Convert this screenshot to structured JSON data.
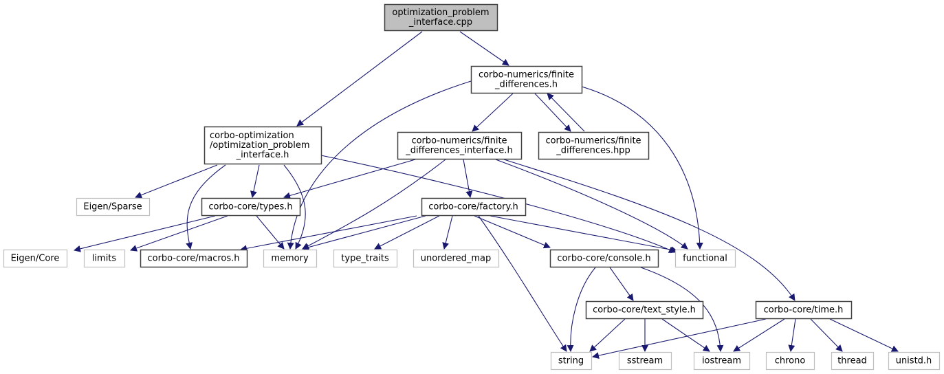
{
  "diagram": {
    "type": "include-dependency-graph",
    "colors": {
      "edge": "#191970",
      "root_fill": "#bfbfbf",
      "root_border": "#404040",
      "project_border": "#404040",
      "external_border": "#bfbfbf",
      "background": "#ffffff",
      "text": "#000000"
    },
    "nodes": [
      {
        "id": "root",
        "kind": "root",
        "lines": [
          "optimization_problem",
          "_interface.cpp"
        ]
      },
      {
        "id": "fd_h",
        "kind": "project",
        "lines": [
          "corbo-numerics/finite",
          "_differences.h"
        ]
      },
      {
        "id": "opi_h",
        "kind": "project",
        "lines": [
          "corbo-optimization",
          "/optimization_problem",
          "_interface.h"
        ]
      },
      {
        "id": "fdi_h",
        "kind": "project",
        "lines": [
          "corbo-numerics/finite",
          "_differences_interface.h"
        ]
      },
      {
        "id": "fd_hpp",
        "kind": "project",
        "lines": [
          "corbo-numerics/finite",
          "_differences.hpp"
        ]
      },
      {
        "id": "eigen_sparse",
        "kind": "external",
        "lines": [
          "Eigen/Sparse"
        ]
      },
      {
        "id": "types_h",
        "kind": "project",
        "lines": [
          "corbo-core/types.h"
        ]
      },
      {
        "id": "factory_h",
        "kind": "project",
        "lines": [
          "corbo-core/factory.h"
        ]
      },
      {
        "id": "eigen_core",
        "kind": "external",
        "lines": [
          "Eigen/Core"
        ]
      },
      {
        "id": "limits",
        "kind": "external",
        "lines": [
          "limits"
        ]
      },
      {
        "id": "macros_h",
        "kind": "project",
        "lines": [
          "corbo-core/macros.h"
        ]
      },
      {
        "id": "memory",
        "kind": "external",
        "lines": [
          "memory"
        ]
      },
      {
        "id": "type_traits",
        "kind": "external",
        "lines": [
          "type_traits"
        ]
      },
      {
        "id": "unordered_map",
        "kind": "external",
        "lines": [
          "unordered_map"
        ]
      },
      {
        "id": "console_h",
        "kind": "project",
        "lines": [
          "corbo-core/console.h"
        ]
      },
      {
        "id": "functional",
        "kind": "external",
        "lines": [
          "functional"
        ]
      },
      {
        "id": "text_style_h",
        "kind": "project",
        "lines": [
          "corbo-core/text_style.h"
        ]
      },
      {
        "id": "time_h",
        "kind": "project",
        "lines": [
          "corbo-core/time.h"
        ]
      },
      {
        "id": "string",
        "kind": "external",
        "lines": [
          "string"
        ]
      },
      {
        "id": "sstream",
        "kind": "external",
        "lines": [
          "sstream"
        ]
      },
      {
        "id": "iostream",
        "kind": "external",
        "lines": [
          "iostream"
        ]
      },
      {
        "id": "chrono",
        "kind": "external",
        "lines": [
          "chrono"
        ]
      },
      {
        "id": "thread",
        "kind": "external",
        "lines": [
          "thread"
        ]
      },
      {
        "id": "unistd_h",
        "kind": "external",
        "lines": [
          "unistd.h"
        ]
      }
    ],
    "edges": [
      {
        "from": "root",
        "to": "opi_h"
      },
      {
        "from": "root",
        "to": "fd_h"
      },
      {
        "from": "fd_h",
        "to": "memory"
      },
      {
        "from": "fd_h",
        "to": "fdi_h"
      },
      {
        "from": "fd_h",
        "to": "fd_hpp"
      },
      {
        "from": "fd_hpp",
        "to": "fd_h"
      },
      {
        "from": "fd_h",
        "to": "functional"
      },
      {
        "from": "opi_h",
        "to": "eigen_sparse"
      },
      {
        "from": "opi_h",
        "to": "macros_h"
      },
      {
        "from": "opi_h",
        "to": "types_h"
      },
      {
        "from": "opi_h",
        "to": "memory"
      },
      {
        "from": "opi_h",
        "to": "functional"
      },
      {
        "from": "fdi_h",
        "to": "types_h"
      },
      {
        "from": "fdi_h",
        "to": "memory"
      },
      {
        "from": "fdi_h",
        "to": "factory_h"
      },
      {
        "from": "fdi_h",
        "to": "functional"
      },
      {
        "from": "fdi_h",
        "to": "time_h"
      },
      {
        "from": "types_h",
        "to": "eigen_core"
      },
      {
        "from": "types_h",
        "to": "limits"
      },
      {
        "from": "types_h",
        "to": "memory"
      },
      {
        "from": "factory_h",
        "to": "macros_h"
      },
      {
        "from": "factory_h",
        "to": "memory"
      },
      {
        "from": "factory_h",
        "to": "type_traits"
      },
      {
        "from": "factory_h",
        "to": "unordered_map"
      },
      {
        "from": "factory_h",
        "to": "string"
      },
      {
        "from": "factory_h",
        "to": "console_h"
      },
      {
        "from": "factory_h",
        "to": "functional"
      },
      {
        "from": "console_h",
        "to": "string"
      },
      {
        "from": "console_h",
        "to": "text_style_h"
      },
      {
        "from": "console_h",
        "to": "iostream"
      },
      {
        "from": "text_style_h",
        "to": "string"
      },
      {
        "from": "text_style_h",
        "to": "sstream"
      },
      {
        "from": "text_style_h",
        "to": "iostream"
      },
      {
        "from": "time_h",
        "to": "string"
      },
      {
        "from": "time_h",
        "to": "iostream"
      },
      {
        "from": "time_h",
        "to": "chrono"
      },
      {
        "from": "time_h",
        "to": "thread"
      },
      {
        "from": "time_h",
        "to": "unistd_h"
      }
    ]
  }
}
